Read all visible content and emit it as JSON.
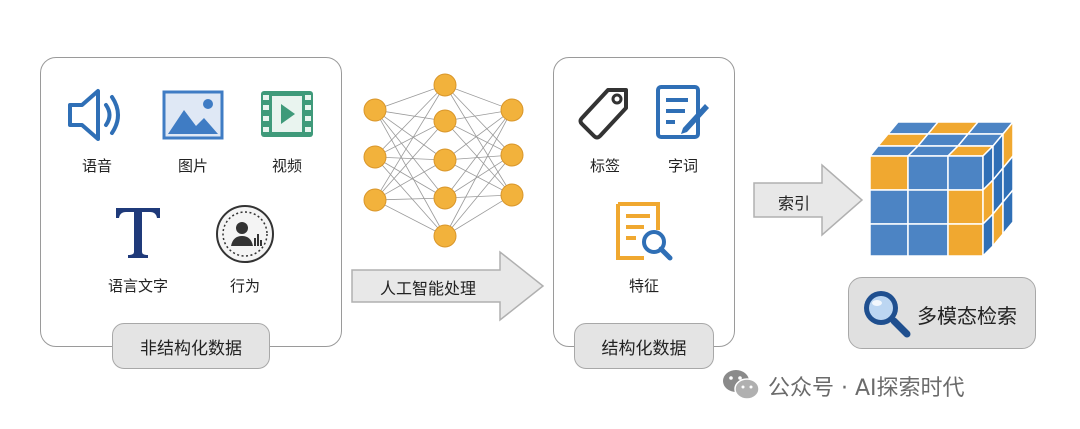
{
  "unstructured": {
    "items": [
      "语音",
      "图片",
      "视频",
      "语言文字",
      "行为"
    ],
    "caption": "非结构化数据"
  },
  "processing": {
    "label": "人工智能处理"
  },
  "structured": {
    "items": [
      "标签",
      "字词",
      "特征"
    ],
    "caption": "结构化数据"
  },
  "index_arrow": {
    "label": "索引"
  },
  "search": {
    "label": "多模态检索"
  },
  "watermark": {
    "text": "公众号 · AI探索时代"
  },
  "colors": {
    "blue": "#2f6fb6",
    "orange": "#f0a830",
    "node": "#f2b23c",
    "gray": "#a8a8a8"
  }
}
